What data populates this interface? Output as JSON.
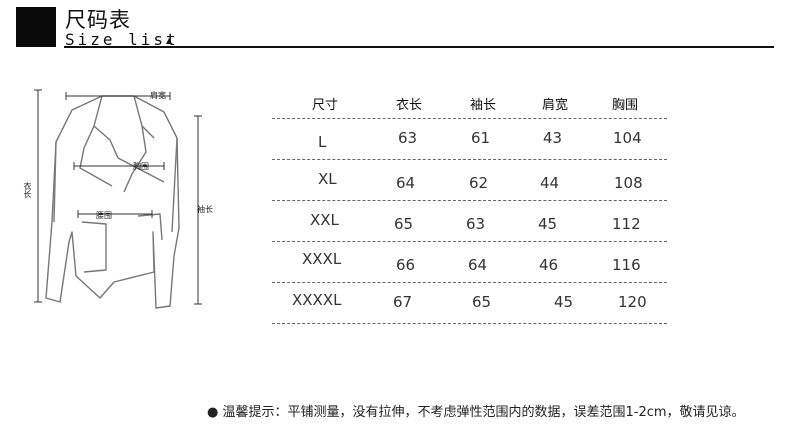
{
  "header": {
    "title": "尺码表",
    "subtitle": "Size list"
  },
  "figure": {
    "labels": {
      "shoulder": "肩宽",
      "chest": "胸围",
      "waist": "腰围",
      "length": "衣长",
      "sleeve": "袖长"
    }
  },
  "table": {
    "headers": [
      "尺寸",
      "衣长",
      "袖长",
      "肩宽",
      "胸围"
    ],
    "rows": [
      [
        "L",
        "63",
        "61",
        "43",
        "104"
      ],
      [
        "XL",
        "64",
        "62",
        "44",
        "108"
      ],
      [
        "XXL",
        "65",
        "63",
        "45",
        "112"
      ],
      [
        "XXXL",
        "66",
        "64",
        "46",
        "116"
      ],
      [
        "XXXXL",
        "67",
        "65",
        "45",
        "120"
      ]
    ]
  },
  "note": {
    "bullet": "●",
    "text": "温馨提示：平铺测量，没有拉伸，不考虑弹性范围内的数据，误差范围1-2cm，敬请见谅。"
  }
}
